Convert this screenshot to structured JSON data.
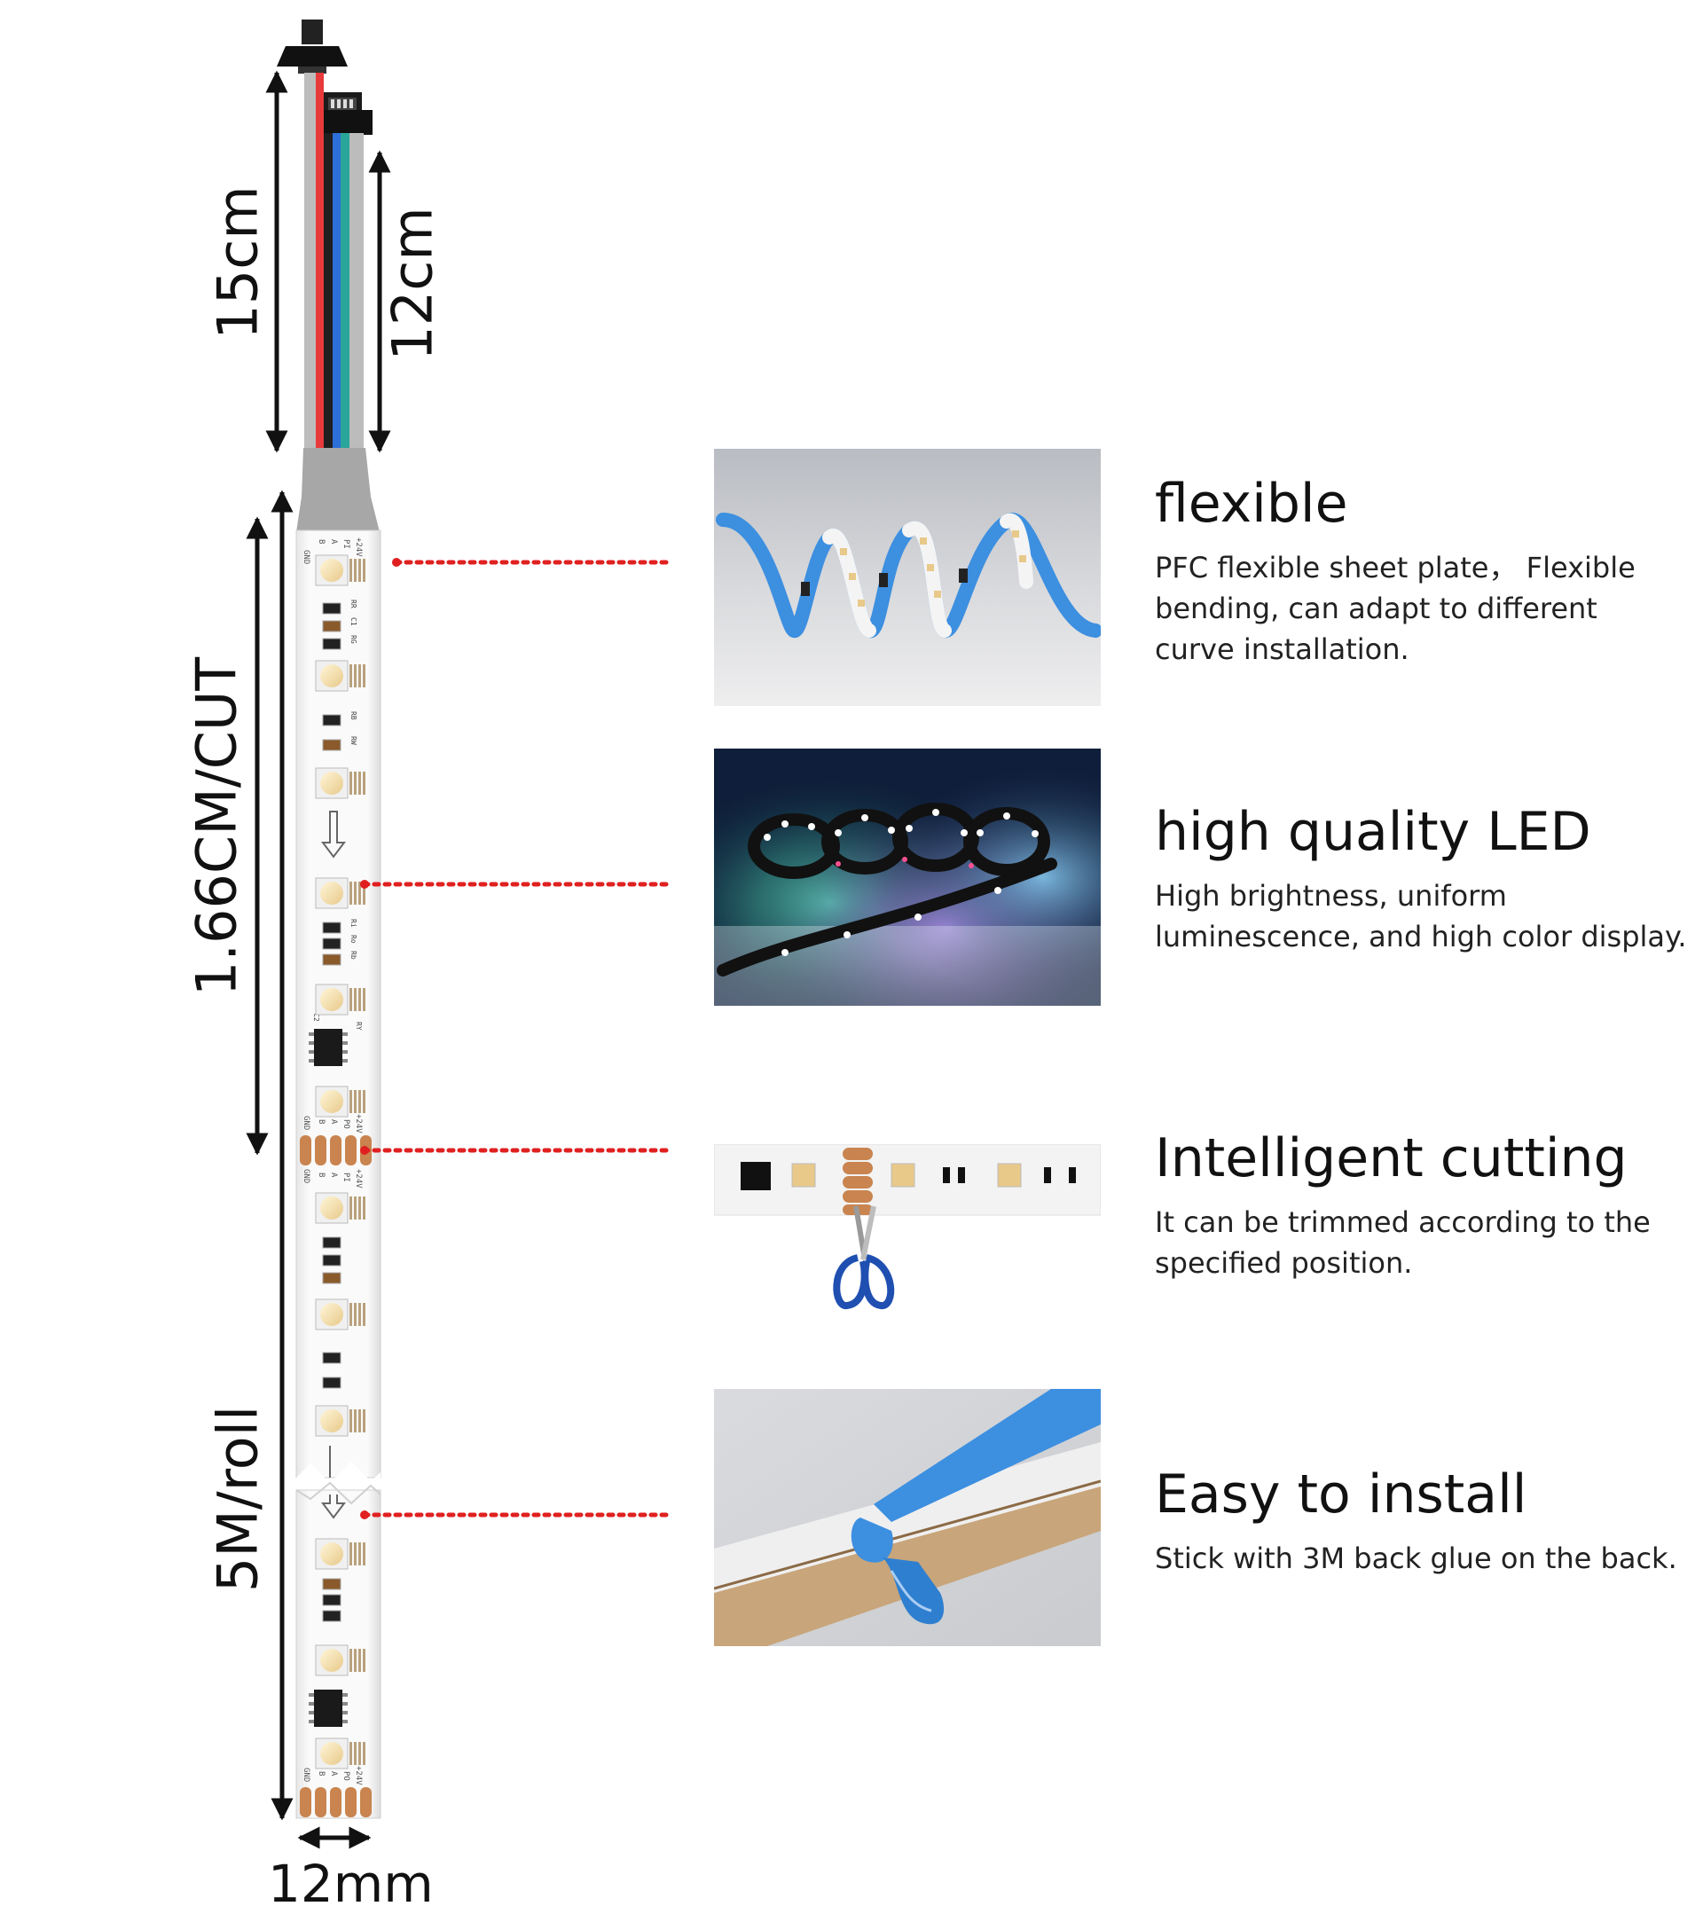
{
  "dimensions": {
    "wire_length_total": "15cm",
    "wire_length_partial": "12cm",
    "cut_length": "1.66CM/CUT",
    "roll_length": "5M/roll",
    "strip_width": "12mm"
  },
  "pcb_labels": {
    "gnd": "GND",
    "b": "B",
    "a": "A",
    "pi": "PI",
    "po": "PO",
    "v24": "+24V",
    "rr": "RR",
    "c1": "C1",
    "rg": "RG",
    "rb": "RB",
    "rw": "RW",
    "ri": "Ri",
    "ro": "Ro",
    "rb2": "Rb",
    "c2": "C2",
    "ry": "RY"
  },
  "features": [
    {
      "title": "flexible",
      "description": "PFC flexible sheet plate， Flexible bending, can adapt to different curve installation."
    },
    {
      "title": "high quality LED",
      "description": "High brightness, uniform luminescence, and high color display."
    },
    {
      "title": "Intelligent cutting",
      "description": "It can be trimmed according to the specified position."
    },
    {
      "title": "Easy to install",
      "description": "Stick with 3M back glue on the back."
    }
  ],
  "colors": {
    "pointer_dots": "#e02020",
    "wire_red": "#e83a3a",
    "wire_blue": "#2c6fd8",
    "wire_green": "#2aa59a",
    "wire_gray": "#9e9e9e",
    "copper_pads": "#c9844f",
    "strip_base": "#ffffff",
    "tape_blue": "#3d8fe0"
  }
}
